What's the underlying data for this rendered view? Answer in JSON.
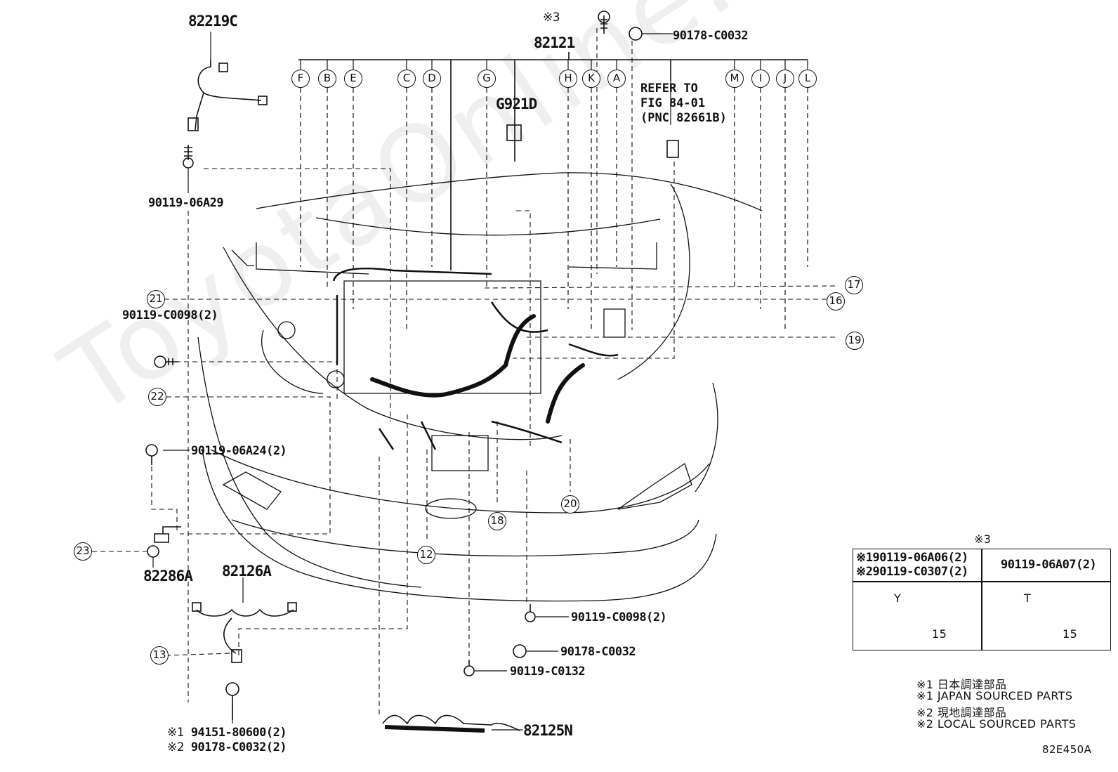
{
  "watermark": "ToyotaOnline.ru",
  "figure_code": "82E450A",
  "main_harness": {
    "part_no": "82121",
    "letters": [
      "F",
      "B",
      "E",
      "C",
      "D",
      "G",
      "H",
      "K",
      "A",
      "M",
      "I",
      "J",
      "L"
    ]
  },
  "parts": {
    "p82219c": "82219C",
    "p90119_06a29": "90119-06A29",
    "p82121": "82121",
    "p90178_c0032_top": "90178-C0032",
    "p90178_c0032_mid": "90178-C0032",
    "p90119_c0098_left": "90119-C0098(2)",
    "p90119_06a24": "90119-06A24(2)",
    "p82286a": "82286A",
    "p82126a": "82126A",
    "p94151": "94151-80600(2)",
    "p90178_c0032_2": "90178-C0032(2)",
    "p90119_c0098_bottom": "90119-C0098(2)",
    "p90119_c0132": "90119-C0132",
    "p82125n": "82125N",
    "g921d": "G921D"
  },
  "marks": {
    "m1": "※1",
    "m2": "※2",
    "m3": "※3"
  },
  "refer": {
    "line1": "REFER TO",
    "line2": "FIG 84-01",
    "line3": "(PNC 82661B)"
  },
  "callouts": {
    "c12": "12",
    "c13": "13",
    "c16": "16",
    "c17": "17",
    "c18": "18",
    "c19": "19",
    "c20": "20",
    "c21": "21",
    "c22": "22",
    "c23": "23"
  },
  "legend": {
    "header_mark": "※3",
    "left_row1": "※190119-06A06(2)",
    "left_row2": "※290119-C0307(2)",
    "right_header": "90119-06A07(2)",
    "left_head_letter": "Y",
    "right_head_letter": "T",
    "left_dim": "15",
    "right_dim": "15"
  },
  "notes": [
    "※1 日本調達部品",
    "※1 JAPAN SOURCED PARTS",
    "※2 現地調達部品",
    "※2 LOCAL SOURCED PARTS"
  ]
}
